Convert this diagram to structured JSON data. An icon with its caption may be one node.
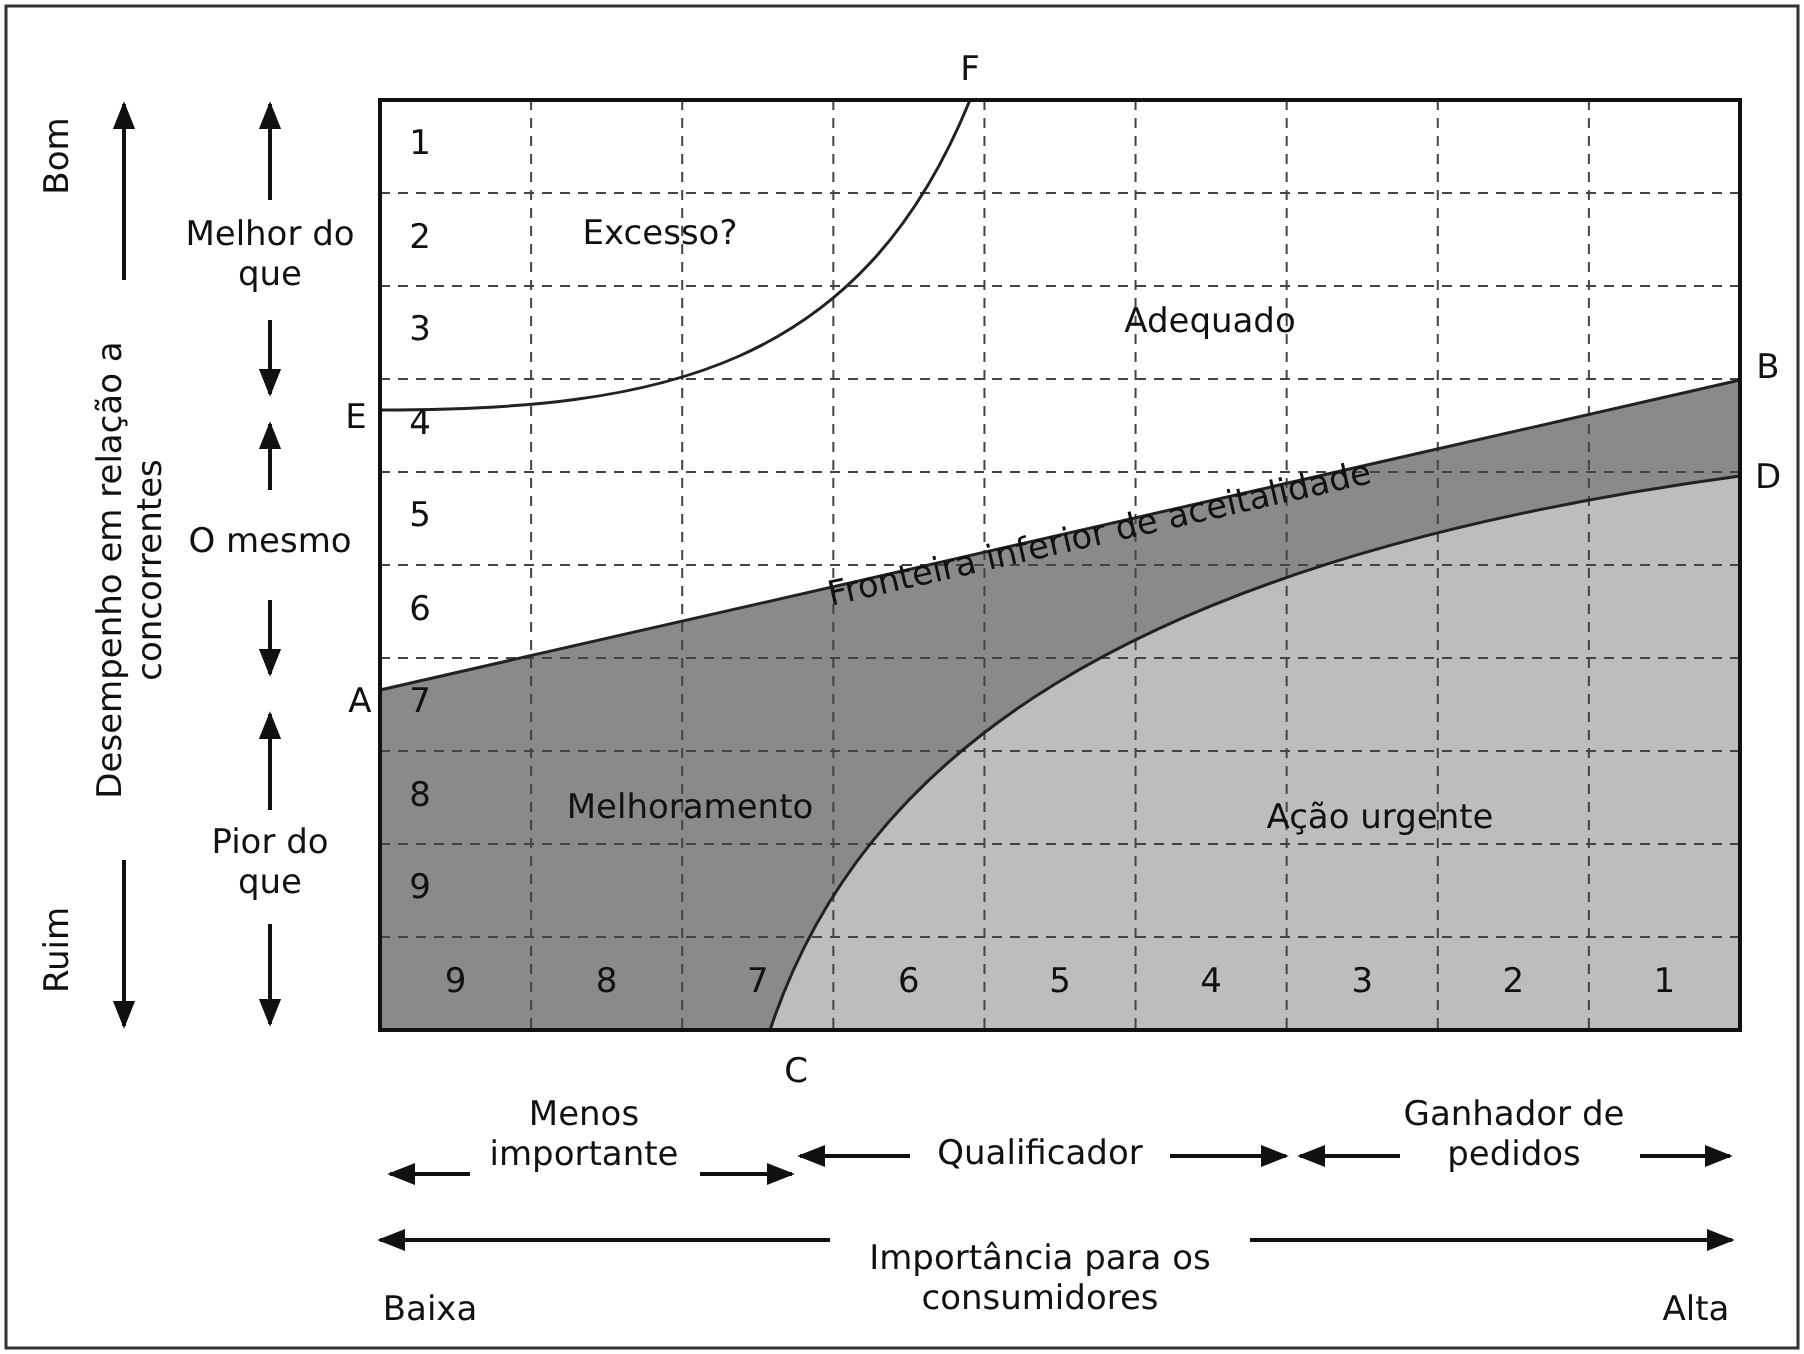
{
  "diagram": {
    "labels": [
      "F",
      "Bom",
      "1",
      "Melhor do que",
      "2",
      "Excesso?",
      "3",
      "Adequado",
      "E",
      "4",
      "B",
      "Fronteira inferior de aceitalidade",
      "D",
      "O mesmo",
      "5",
      "Desempenho em relação a concorrentes",
      "6",
      "A",
      "7",
      "Pior do que",
      "Melhoramento",
      "8",
      "Ação urgente",
      "9",
      "Ruim",
      "9",
      "8",
      "7",
      "6",
      "5",
      "4",
      "3",
      "2",
      "1",
      "C",
      "Menos importante",
      "Qualificador",
      "Ganhador de pedidos",
      "Importância para os consumidores",
      "Baixa",
      "Alta"
    ]
  }
}
